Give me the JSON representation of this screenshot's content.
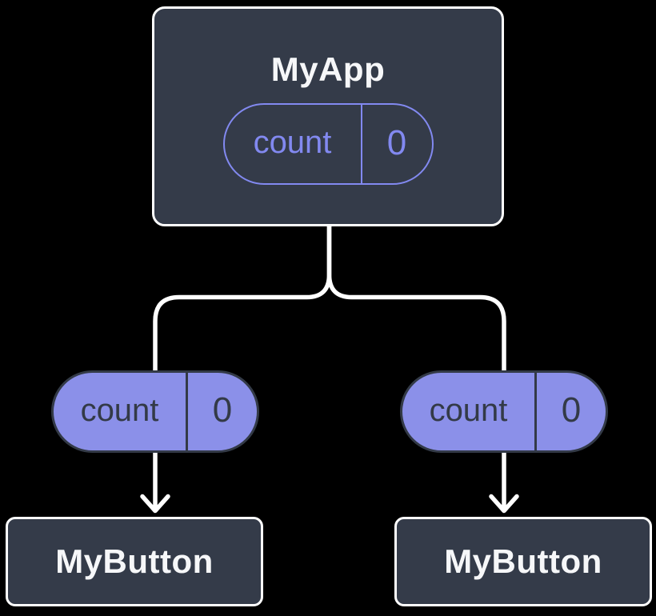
{
  "diagram": {
    "kind": "react-component-tree",
    "background": "#000000",
    "colors": {
      "card_fill": "#343b49",
      "card_border": "#ffffff",
      "card_text": "#f6f7f9",
      "pill_outline": "#8289f0",
      "pill_fill": "#8b90e9",
      "pill_dark": "#333a47",
      "connector": "#ffffff",
      "background": "#000000"
    },
    "root": {
      "title": "MyApp",
      "pill": {
        "label": "count",
        "value": "0"
      }
    },
    "children": [
      {
        "title": "MyButton",
        "pill": {
          "label": "count",
          "value": "0"
        }
      },
      {
        "title": "MyButton",
        "pill": {
          "label": "count",
          "value": "0"
        }
      }
    ]
  }
}
